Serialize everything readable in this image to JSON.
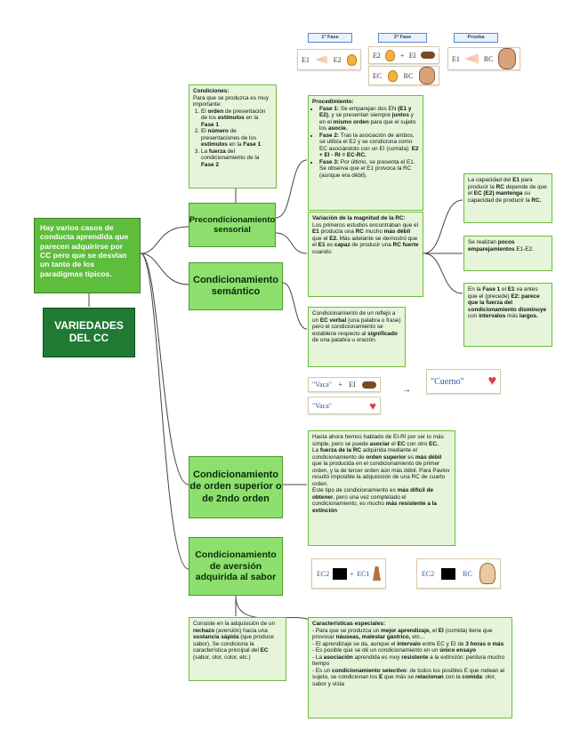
{
  "title": {
    "line1": "VARIEDADES",
    "line2": "DEL CC"
  },
  "root": {
    "text": "Hay varios casos de conducta aprendida que parecen adquirirse por CC pero que se desvían un tanto de los paradigmas típicos."
  },
  "nodes": {
    "precond": "Precondicionamiento sensorial",
    "semantic": "Condicionamiento semántico",
    "higher": "Condicionamiento de orden superior o de 2ndo orden",
    "aversion": "Condicionamiento de aversión adquirida al sabor"
  },
  "conditions": {
    "heading": "Condiciones:",
    "intro": "Para que se produzca es muy importante:",
    "items": [
      {
        "a": "El ",
        "b": "orden",
        "c": " de presentación de los ",
        "d": "estímulos",
        "e": " en la ",
        "f": "Fase 1"
      },
      {
        "a": "El ",
        "b": "número",
        "c": " de presentaciones de los ",
        "d": "estímulos",
        "e": " en la ",
        "f": "Fase 1"
      },
      {
        "a": "La ",
        "b": "fuerza",
        "c": " del condicionamiento de la ",
        "d": "Fase 2",
        "e": "",
        "f": ""
      }
    ]
  },
  "procedure": {
    "heading": "Procedimiento:",
    "f1_label": "Fase 1:",
    "f1_a": " Se emparejan dos EN ",
    "f1_b": "(E1 y E2)",
    "f1_c": ", y se presentan siempre ",
    "f1_d": "juntos",
    "f1_e": " y en el ",
    "f1_f": "mismo orden",
    "f1_g": " para que el sujeto los ",
    "f1_h": "asocie.",
    "f2_label": "Fase 2:",
    "f2_a": " Tras la asociación de ambos, se utiliza el E2 y se condiciona como EC asociándolo con un EI (comida): ",
    "f2_b": "E2 + EI - RI = EC-RC.",
    "f3_label": "Fase 3:",
    "f3_a": " Por último, se presenta el E1. Se observa que el E1 provoca la RC (aunque era débil)."
  },
  "variation": {
    "heading": "Variación de la magnitud de la RC:",
    "a": "Los primeros estudios encontraban que el ",
    "b": "E1",
    "c": " producía una ",
    "d": "RC",
    "e": " mucho ",
    "f": "más débil",
    "g": " que el ",
    "h": "E2.",
    "i": " Más adelante se demostró que el ",
    "j": "E1",
    "k": " es ",
    "l": "capaz",
    "m": " de producir una ",
    "n": "RC fuerte",
    "o": " cuando:"
  },
  "capacity": {
    "a": "La capacidad del ",
    "b": "E1",
    "c": " para producir la ",
    "d": "RC",
    "e": " depende de que el ",
    "f": "EC (E2) mantenga",
    "g": " su capacidad de producir la ",
    "h": "RC."
  },
  "few": {
    "a": "Se realizan ",
    "b": "pocos emparejamientos",
    "c": " E1-E2."
  },
  "phase_order": {
    "a": "En la ",
    "b": "Fase 1",
    "c": " el ",
    "d": "E1",
    "e": " va antes que el (precede) ",
    "f": "E2: parece que la fuerza del condicionamiento disminuye",
    "g": " con ",
    "h": "intervalos",
    "i": " más ",
    "j": "largos."
  },
  "semantic_desc": {
    "a": "Condicionamiento de un reflejo a un ",
    "b": "EC verbal",
    "c": " (una palabra o frase) pero el condicionamiento se establece respecto al ",
    "d": "significado",
    "e": " de una palabra u oración."
  },
  "higher_desc": {
    "p1a": "Hasta ahora hemos hablado de EI-RI por ser lo más simple, pero se puede ",
    "p1b": "asociar",
    "p1c": " el ",
    "p1d": "EC",
    "p1e": " con otro ",
    "p1f": "EC.",
    "p2a": "La ",
    "p2b": "fuerza de la RC",
    "p2c": " adquirida mediante el condicionamiento de ",
    "p2d": "orden superior",
    "p2e": " es ",
    "p2f": "más débil",
    "p2g": " que la producida en el condicionamiento de primer orden, y la de tercer orden aún más débil. Para Pavlov resultó imposible la adquisición de una RC de cuarto orden.",
    "p3a": "Este tipo de condicionamiento es ",
    "p3b": "más difícil de obtener",
    "p3c": ", pero una vez completado el condicionamiento, es mucho ",
    "p3d": "más resistente a la extinción"
  },
  "aversion_desc": {
    "a": "Consiste en la adquisición de un ",
    "b": "rechazo",
    "c": " (aversión) hacia una ",
    "d": "sustancia sápida",
    "e": " (que produce sabor). Se condiciona la característica principal del ",
    "f": "EC",
    "g": " (sabor, olor, color, etc.)"
  },
  "special": {
    "heading": "Características especiales:",
    "l1a": "- Para que se produzca un ",
    "l1b": "mejor aprendizaje,",
    "l1c": " el ",
    "l1d": "EI",
    "l1e": " (comida) tiene que provocar ",
    "l1f": "náuseas, malestar gástrico,",
    "l1g": " etc…",
    "l2a": "- El aprendizaje se da, aunque el ",
    "l2b": "intervalo",
    "l2c": " entre EC y EI de ",
    "l2d": "3 horas o más",
    "l3a": "- Es posible que se dé un condicionamiento en un ",
    "l3b": "único ensayo",
    "l4a": "- La ",
    "l4b": "asociación",
    "l4c": " aprendida es muy ",
    "l4d": "resistente",
    "l4e": " a la extinción: perdura mucho tiempo",
    "l5a": "- Es un ",
    "l5b": "condicionamiento selectivo",
    "l5c": ": de todos los posibles E que rodean al sujeto, se condicionan los ",
    "l5d": "E",
    "l5e": " que más se ",
    "l5f": "relacionan",
    "l5g": " con la ",
    "l5h": "comida",
    "l5i": ": olor, sabor y vista"
  },
  "phases_top": {
    "f1": "1ª Fase",
    "f2": "2ª Fase",
    "test": "Prueba",
    "e1": "E1",
    "e2": "E2",
    "plus": "+",
    "ei": "EI",
    "ec": "EC",
    "rc": "RC"
  },
  "semantic_img": {
    "vaca": "\"Vaca\"",
    "plus": "+",
    "ei": "EI",
    "arrow": "→",
    "cuerno": "\"Cuerno\""
  },
  "aversion_img": {
    "ec2": "EC2",
    "plus": "+",
    "ec1": "EC1",
    "rc": "RC"
  }
}
